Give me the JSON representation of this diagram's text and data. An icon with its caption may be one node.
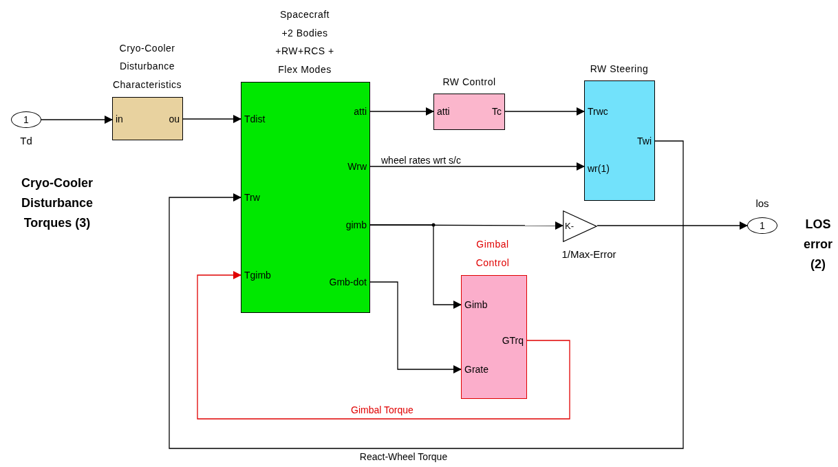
{
  "diagram": {
    "nodes": [
      {
        "text": [
          "1"
        ],
        "beside": [
          "Td"
        ]
      },
      {
        "text": [
          "Cryo-Cooler Disturbance Characteristics",
          "in",
          "ou"
        ]
      },
      {
        "text": [
          "Spacecraft +2 Bodies +RW+RCS + Flex Modes",
          "Tdist",
          "Trw",
          "Tgimb",
          "atti",
          "Wrw",
          "gimb",
          "Gmb-dot"
        ]
      },
      {
        "text": [
          "RW Control",
          "atti",
          "Tc"
        ]
      },
      {
        "text": [
          "RW Steering",
          "Trwc",
          "wr(1)",
          "Twi"
        ]
      },
      {
        "text": [
          "K-"
        ],
        "beside": [
          "1/Max-Error"
        ]
      },
      {
        "text": [
          "Gimbal Control",
          "Gimb",
          "Grate",
          "GTrq"
        ]
      },
      {
        "text": [
          "1"
        ],
        "beside": [
          "los"
        ]
      }
    ],
    "edges": [
      {
        "from": 0,
        "to": 1,
        "arrow": "to"
      },
      {
        "from": 1,
        "to": 2,
        "arrow": "to"
      },
      {
        "from": 2,
        "to": 3,
        "arrow": "to"
      },
      {
        "from": 3,
        "to": 4,
        "arrow": "to"
      },
      {
        "from": 2,
        "to": 4,
        "arrow": "to",
        "label": "wheel rates wrt s/c"
      },
      {
        "from": 2,
        "to": 5,
        "arrow": "to"
      },
      {
        "from": 2,
        "to": 6,
        "arrow": "to"
      },
      {
        "from": 2,
        "to": 6,
        "arrow": "to"
      },
      {
        "from": 5,
        "to": 7,
        "arrow": "to"
      },
      {
        "from": 6,
        "to": 2,
        "arrow": "to",
        "label": "Gimbal Torque",
        "color": "#e00000"
      },
      {
        "from": 4,
        "to": 2,
        "arrow": "to",
        "label": "React-Wheel Torque"
      }
    ],
    "labels": [
      "Cryo-Cooler Disturbance Torques (3)",
      "LOS error (2)"
    ]
  }
}
